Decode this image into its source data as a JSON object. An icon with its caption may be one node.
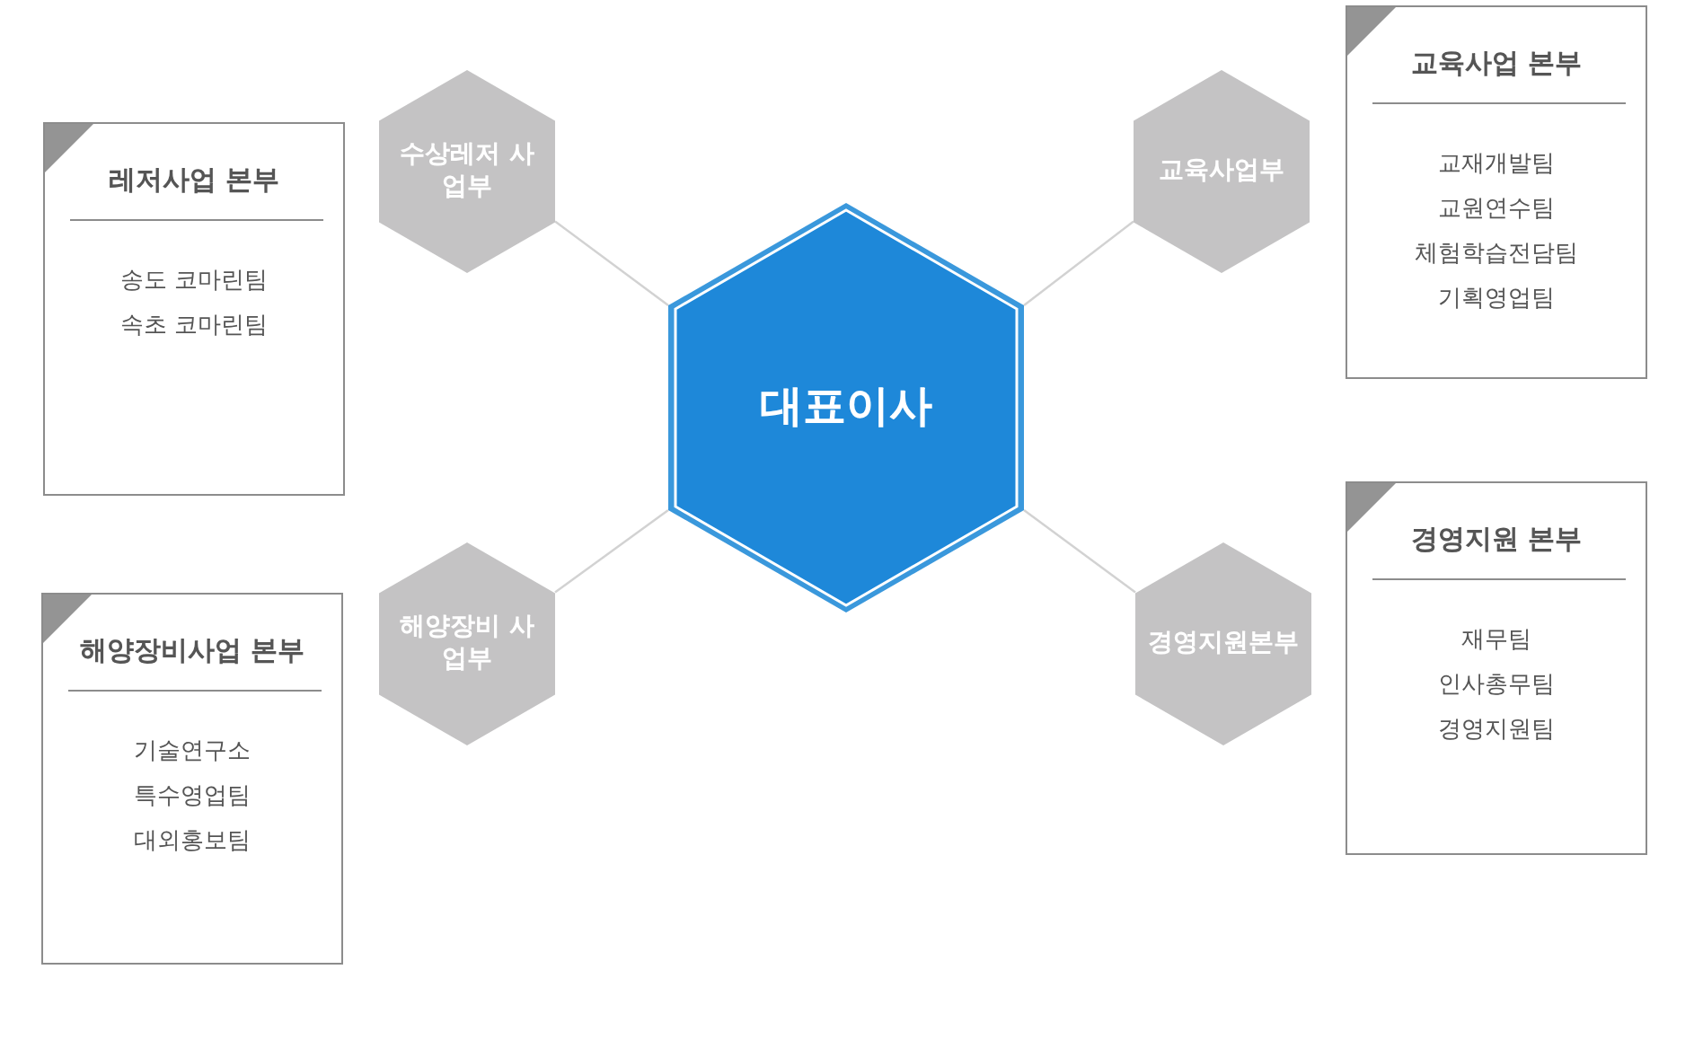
{
  "diagram": {
    "nodes": [
      {
        "text": [
          "대표이사"
        ]
      },
      {
        "text": [
          "수상레저 사업부"
        ]
      },
      {
        "text": [
          "교육사업부"
        ]
      },
      {
        "text": [
          "해양장비 사업부"
        ]
      },
      {
        "text": [
          "경영지원본부"
        ]
      },
      {
        "text": [
          "레저사업 본부",
          "송도 코마린팀",
          "속초 코마린팀"
        ]
      },
      {
        "text": [
          "교육사업 본부",
          "교재개발팀",
          "교원연수팀",
          "체험학습전담팀",
          "기획영업팀"
        ]
      },
      {
        "text": [
          "해양장비사업 본부",
          "기술연구소",
          "특수영업팀",
          "대외홍보팀"
        ]
      },
      {
        "text": [
          "경영지원 본부",
          "재무팀",
          "인사총무팀",
          "경영지원팀"
        ]
      }
    ],
    "edges": [
      {
        "from": 1,
        "to": 0,
        "arrow": "none"
      },
      {
        "from": 2,
        "to": 0,
        "arrow": "none"
      },
      {
        "from": 3,
        "to": 0,
        "arrow": "none"
      },
      {
        "from": 4,
        "to": 0,
        "arrow": "none"
      }
    ]
  }
}
